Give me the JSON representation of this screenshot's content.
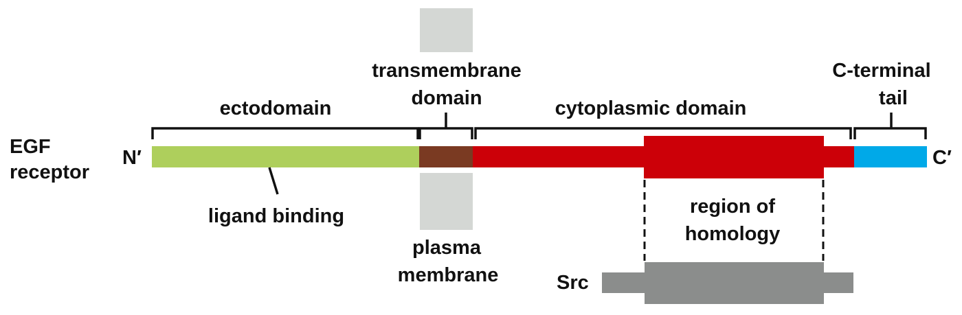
{
  "protein": {
    "name_line1": "EGF",
    "name_line2": "receptor",
    "n_terminus": "N′",
    "c_terminus": "C′"
  },
  "domains": {
    "ectodomain": "ectodomain",
    "transmembrane_line1": "transmembrane",
    "transmembrane_line2": "domain",
    "cytoplasmic": "cytoplasmic domain",
    "c_tail_line1": "C-terminal",
    "c_tail_line2": "tail"
  },
  "annotations": {
    "ligand_binding": "ligand binding",
    "plasma_membrane_line1": "plasma",
    "plasma_membrane_line2": "membrane",
    "homology_line1": "region of",
    "homology_line2": "homology"
  },
  "src": {
    "label": "Src"
  },
  "colors": {
    "ectodomain": "#aecf5c",
    "transmembrane": "#7a3a22",
    "cytoplasmic": "#cc0008",
    "c_tail": "#00a9e8",
    "src": "#8b8d8c",
    "membrane": "#d4d7d4",
    "text": "#111111"
  }
}
